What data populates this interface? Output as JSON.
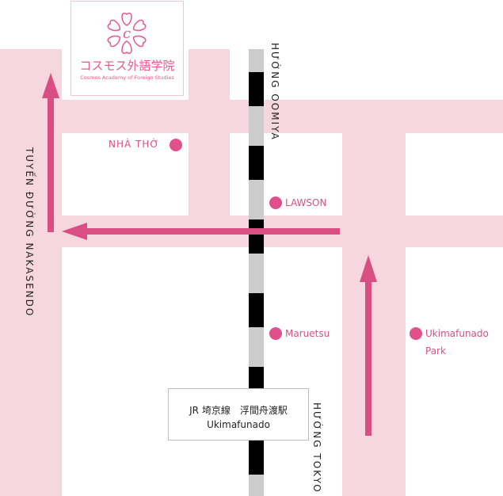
{
  "logo": {
    "name_jp": "コスモス外語学院",
    "name_en": "Cosmos Academy of  Foreign Studies",
    "color": "#e45b8c"
  },
  "places": {
    "church": "NHÀ THỜ",
    "lawson": "LAWSON",
    "maruetsu": "Maruetsu",
    "park_line1": "Ukimafunado",
    "park_line2": "Park"
  },
  "roads": {
    "nakasendo": "TUYẾN ĐƯỜNG NAKASENDO",
    "oomiya": "HƯỚNG OOMIYA",
    "tokyo": "HƯỚNG TOKYO"
  },
  "station": {
    "name_jp": "JR 埼京線　浮間舟渡駅",
    "name_en": "Ukimafunado"
  },
  "colors": {
    "road": "#f6d6df",
    "route_arrow": "#d94f83",
    "poi_dot": "#e0508a",
    "rail_light": "#cccccc",
    "rail_dark": "#000000"
  },
  "icons": [
    "cosmos-flower-logo-icon",
    "route-arrow-up-left",
    "route-arrow-left",
    "route-arrow-up-right",
    "poi-dot-icon",
    "railway-track"
  ]
}
